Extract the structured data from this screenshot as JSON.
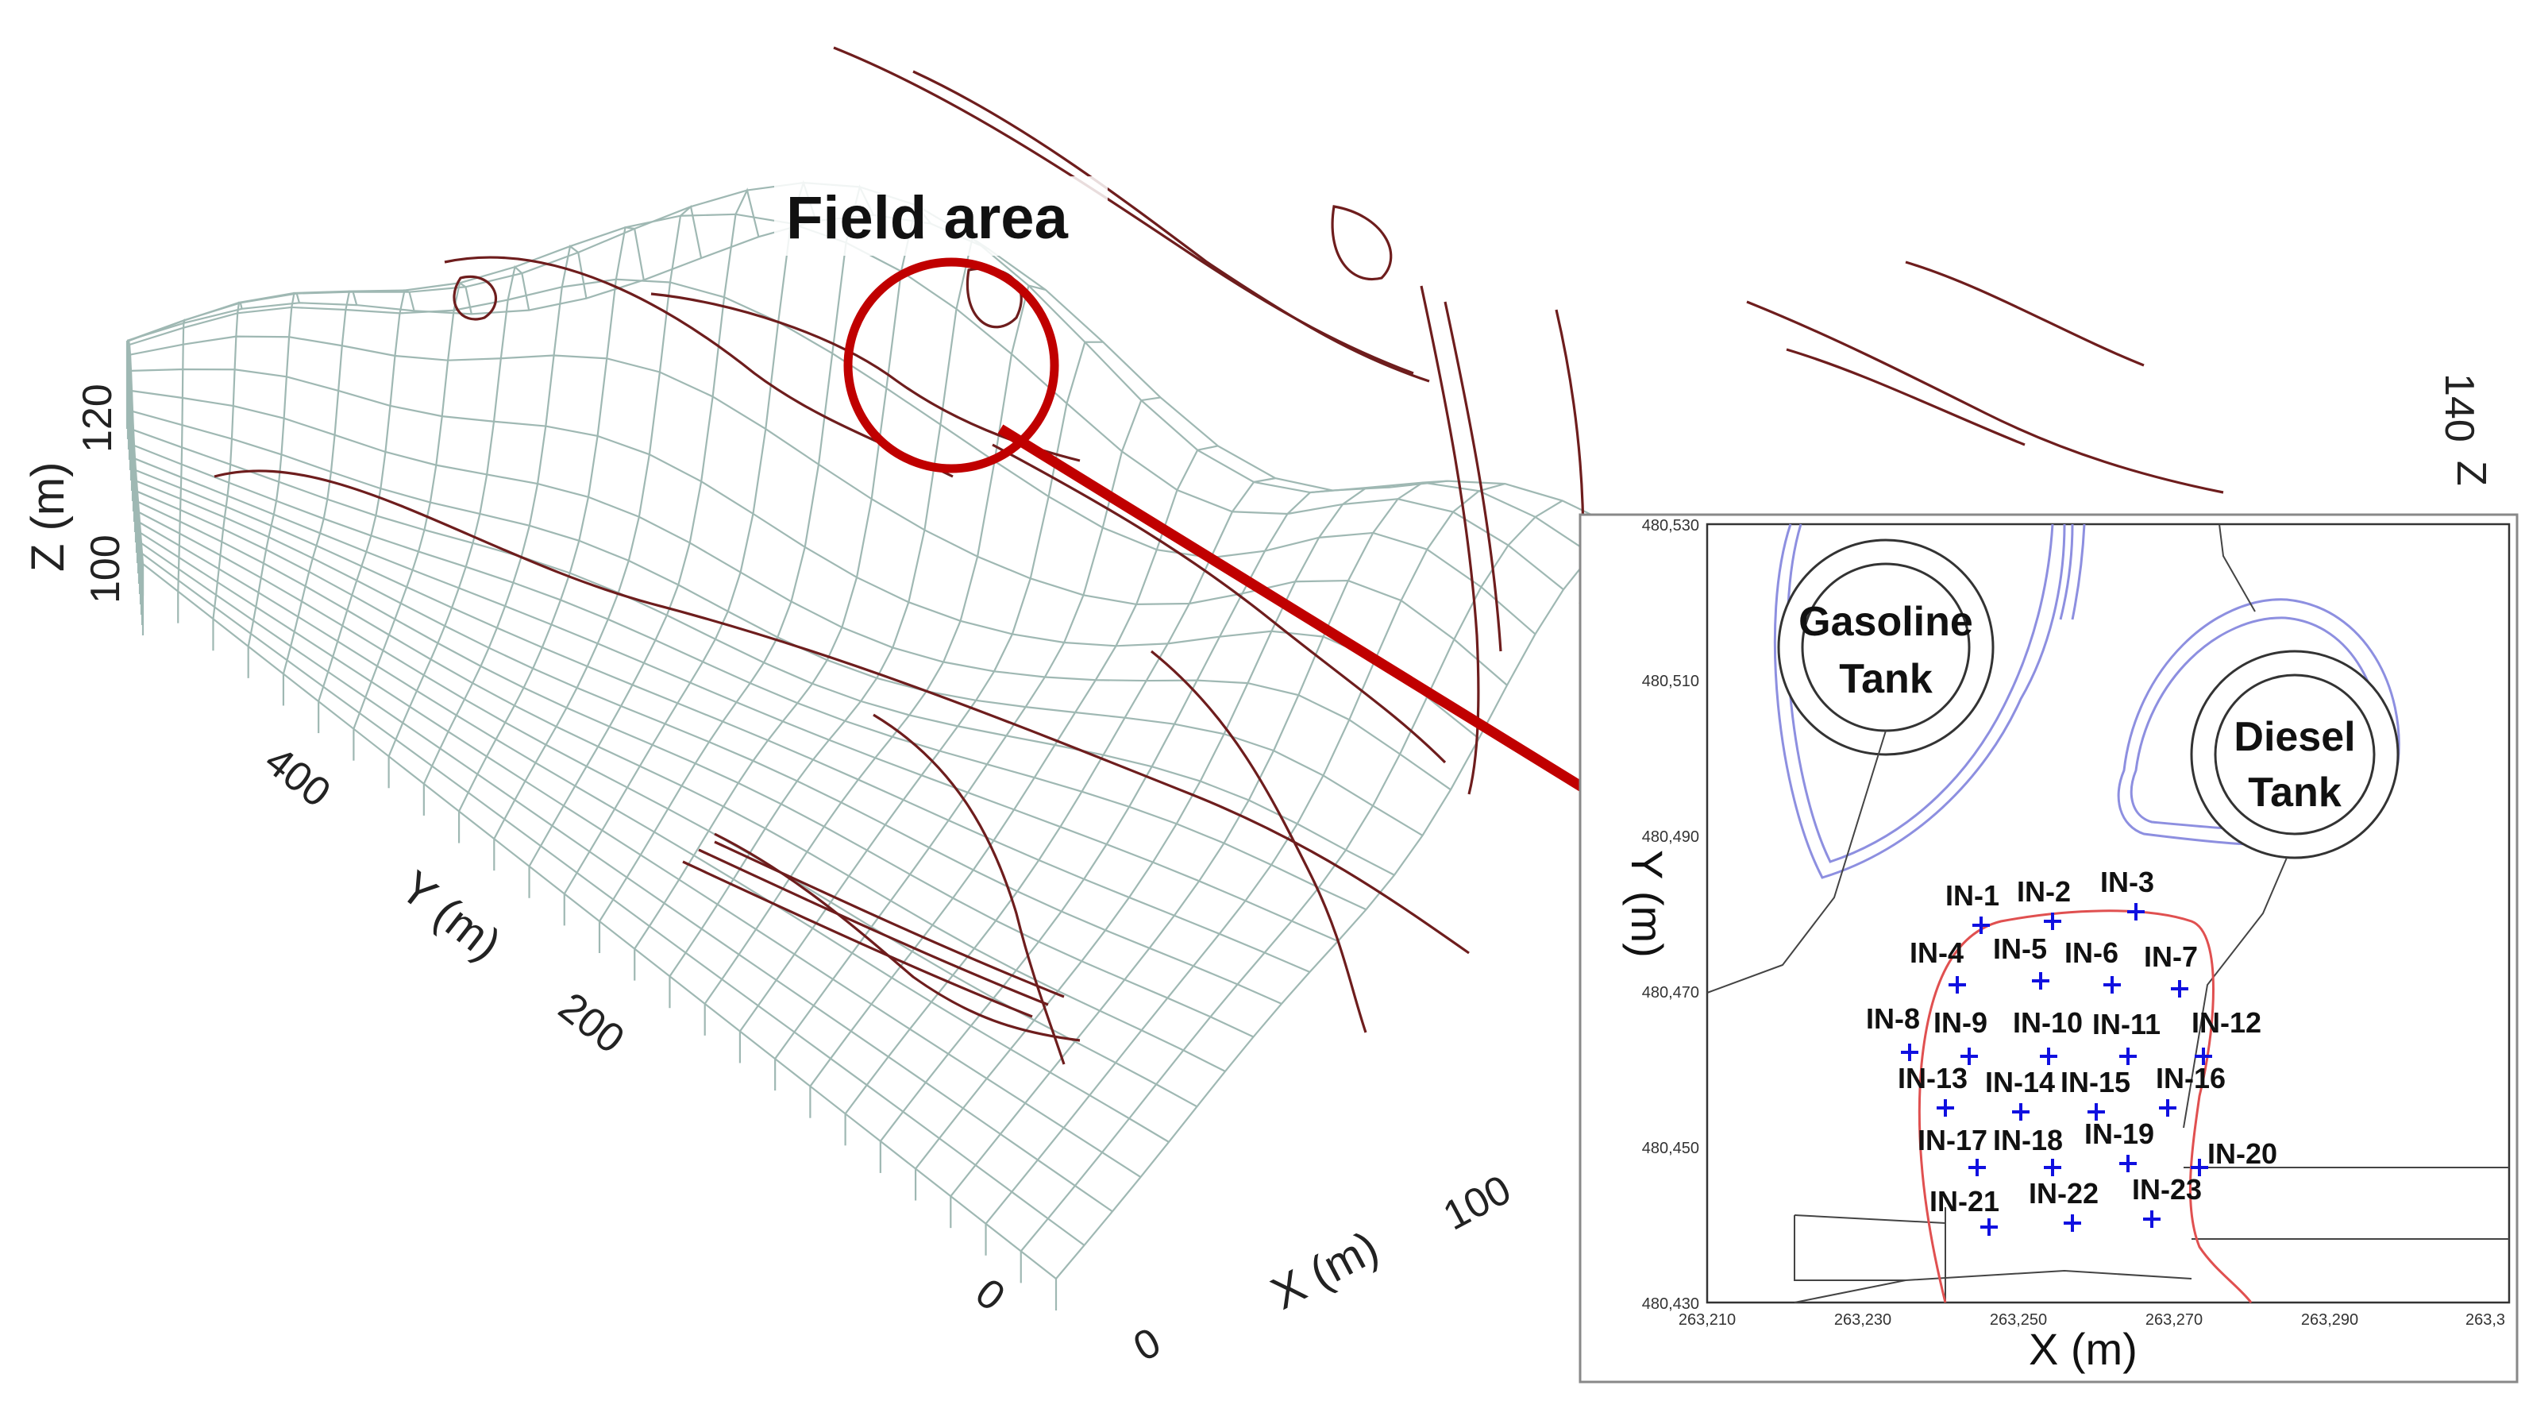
{
  "terrain_view": {
    "callout_label": "Field area",
    "axis_labels": {
      "x": "X (m)",
      "y": "Y (m)",
      "z_left": "Z (m)",
      "z_right_partial": "Z"
    },
    "x_ticks": [
      "0",
      "100"
    ],
    "y_ticks": [
      "0",
      "200",
      "400"
    ],
    "z_left_ticks": [
      "100",
      "120"
    ],
    "z_right_ticks": [
      "140"
    ],
    "colors": {
      "mesh": "#9fb8b3",
      "contours": "#6e1d1d",
      "callout": "#c00000"
    }
  },
  "inset_map": {
    "axis_labels": {
      "x": "X (m)",
      "y": "Y (m)"
    },
    "x_ticks": [
      "263,210",
      "263,230",
      "263,250",
      "263,270",
      "263,290",
      "263,3"
    ],
    "y_ticks": [
      "480,430",
      "480,450",
      "480,470",
      "480,490",
      "480,510",
      "480,530"
    ],
    "tanks": [
      {
        "name": "gasoline",
        "line1": "Gasoline",
        "line2": "Tank"
      },
      {
        "name": "diesel",
        "line1": "Diesel",
        "line2": "Tank"
      }
    ],
    "wells": [
      "IN-1",
      "IN-2",
      "IN-3",
      "IN-4",
      "IN-5",
      "IN-6",
      "IN-7",
      "IN-8",
      "IN-9",
      "IN-10",
      "IN-11",
      "IN-12",
      "IN-13",
      "IN-14",
      "IN-15",
      "IN-16",
      "IN-17",
      "IN-18",
      "IN-19",
      "IN-20",
      "IN-21",
      "IN-22",
      "IN-23"
    ],
    "colors": {
      "well_marker": "#1010e0",
      "boundary": "#e05050",
      "tank_outline": "#8d8fe0"
    }
  }
}
